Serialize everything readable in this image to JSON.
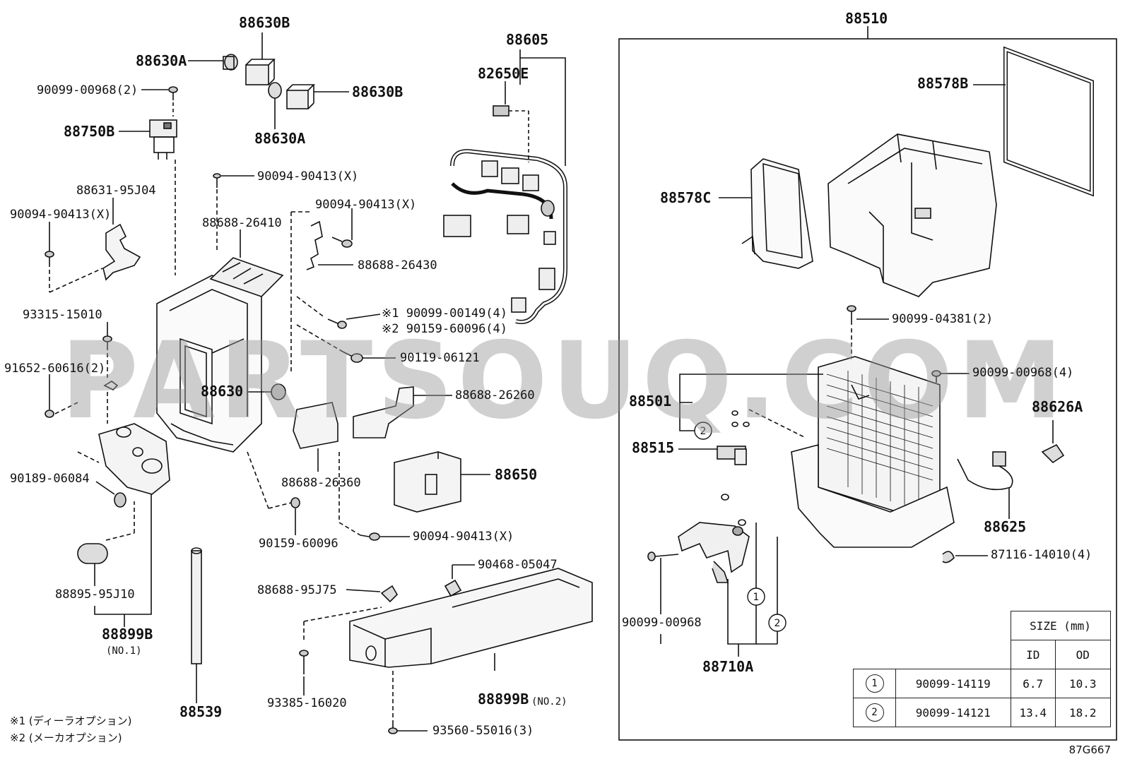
{
  "labels": {
    "p88630B_top": "88630B",
    "p88630A_top": "88630A",
    "p90099_00968_2": "90099-00968(2)",
    "p88630B_right": "88630B",
    "p88630A_bottom": "88630A",
    "p88750B": "88750B",
    "p90094_90413_x_a": "90094-90413(X)",
    "p88631_95J04": "88631-95J04",
    "p90094_90413_x_b": "90094-90413(X)",
    "p88688_26410": "88688-26410",
    "p90094_90413_x_c": "90094-90413(X)",
    "p88688_26430": "88688-26430",
    "p93315_15010": "93315-15010",
    "p90099_00149_4": "※1 90099-00149(4)",
    "p90159_60096_4": "※2 90159-60096(4)",
    "p91652_60616_2": "91652-60616(2)",
    "p90119_06121": "90119-06121",
    "p88630": "88630",
    "p88688_26260": "88688-26260",
    "p90189_06084": "90189-06084",
    "p88688_26360": "88688-26360",
    "p88650": "88650",
    "p90159_60096": "90159-60096",
    "p90094_90413_x_d": "90094-90413(X)",
    "p88895_95J10": "88895-95J10",
    "p88899B_no1": "88899B",
    "p88899B_no1_sub": "(NO.1)",
    "p90468_05047": "90468-05047",
    "p88688_95J75": "88688-95J75",
    "p88539": "88539",
    "p93385_16020": "93385-16020",
    "p88899B_no2": "88899B",
    "p88899B_no2_sub": "(NO.2)",
    "p93560_55016_3": "93560-55016(3)",
    "p88605": "88605",
    "p82650E": "82650E",
    "p88510": "88510",
    "p88578B": "88578B",
    "p88578C": "88578C",
    "p90099_04381_2": "90099-04381(2)",
    "p90099_00968_4": "90099-00968(4)",
    "p88501": "88501",
    "p88626A": "88626A",
    "p88515": "88515",
    "p88625": "88625",
    "p87116_14010_4": "87116-14010(4)",
    "p90099_00968": "90099-00968",
    "p88710A": "88710A",
    "circle1": "1",
    "circle2": "2",
    "circle1b": "1",
    "circle2b": "2"
  },
  "notes": {
    "note1": "※1 (ディーラオプション)",
    "note2": "※2 (メーカオプション)"
  },
  "watermark": "PARTSOUQ.COM",
  "size_table": {
    "header": "SIZE (mm)",
    "col_id": "ID",
    "col_od": "OD",
    "rows": [
      {
        "mark": "1",
        "part": "90099-14119",
        "id": "6.7",
        "od": "10.3"
      },
      {
        "mark": "2",
        "part": "90099-14121",
        "id": "13.4",
        "od": "18.2"
      }
    ]
  },
  "reference_code": "87G667"
}
